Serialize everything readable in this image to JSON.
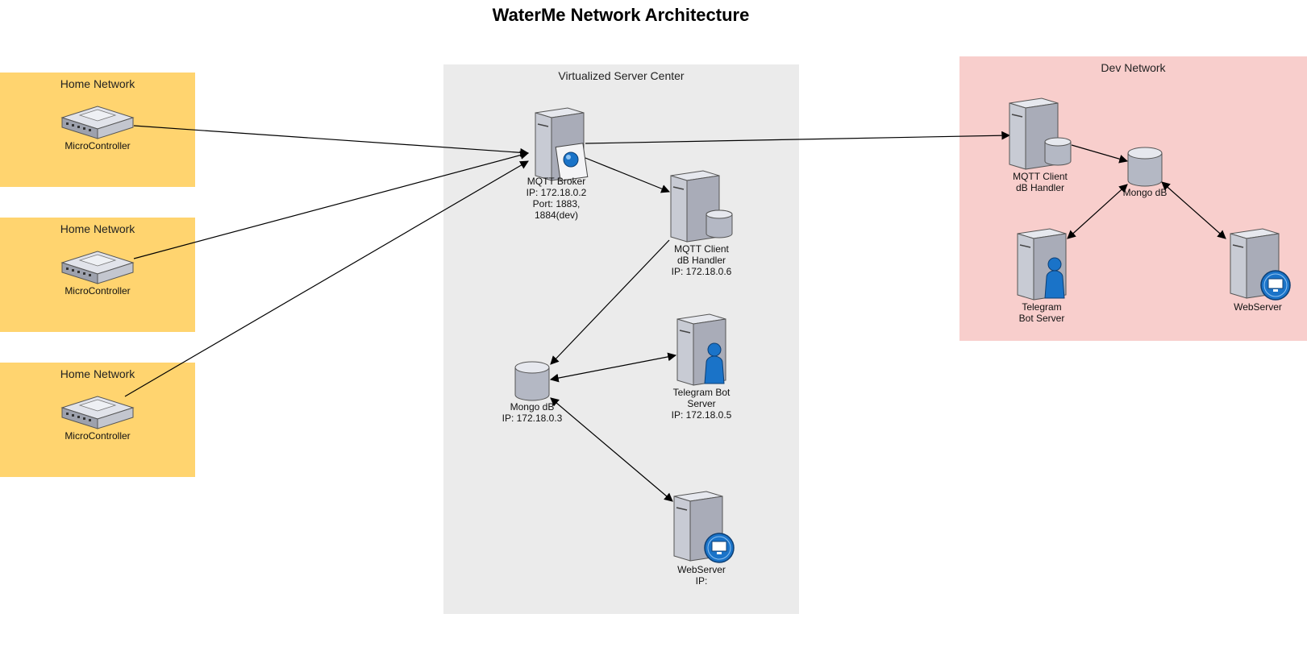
{
  "title": "WaterMe Network Architecture",
  "zones": {
    "home_1": "Home Network",
    "home_2": "Home Network",
    "home_3": "Home Network",
    "server_center": "Virtualized Server Center",
    "dev": "Dev Network"
  },
  "nodes": {
    "micro_1": "MicroController",
    "micro_2": "MicroController",
    "micro_3": "MicroController",
    "mqtt_broker": "MQTT Broker\nIP: 172.18.0.2\nPort: 1883,\n1884(dev)",
    "mqtt_client": "MQTT Client\ndB Handler\nIP: 172.18.0.6",
    "mongo": "Mongo dB\nIP: 172.18.0.3",
    "telegram": "Telegram Bot\nServer\nIP: 172.18.0.5",
    "webserver": "WebServer\nIP:",
    "dev_mqtt_client": "MQTT Client\ndB Handler",
    "dev_mongo": "Mongo dB",
    "dev_telegram": "Telegram\nBot Server",
    "dev_webserver": "WebServer"
  },
  "colors": {
    "home_network": "#ffd46f",
    "server_center": "#ebebeb",
    "dev_network": "#f8cecc",
    "server_gray": "#a9acb8",
    "badge_blue": "#1a73c8"
  },
  "icons": {
    "microcontroller": "router-icon",
    "broker": "server-with-certificate-icon",
    "db_handler": "server-with-database-icon",
    "database": "database-icon",
    "bot": "server-with-user-icon",
    "web": "server-with-monitor-icon"
  }
}
